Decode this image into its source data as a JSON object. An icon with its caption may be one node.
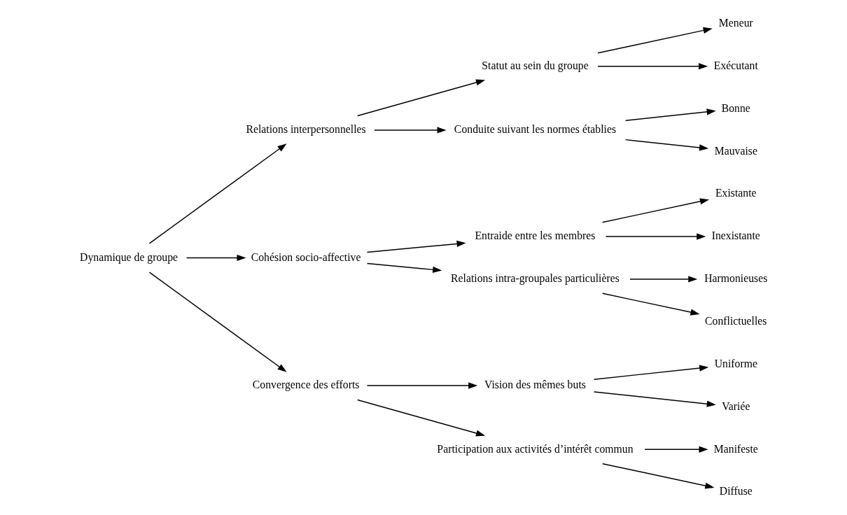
{
  "diagram": {
    "nodes": [
      {
        "text": [
          "Dynamique de groupe"
        ]
      },
      {
        "text": [
          "Relations interpersonnelles"
        ]
      },
      {
        "text": [
          "Statut au sein du groupe"
        ]
      },
      {
        "text": [
          "Meneur"
        ]
      },
      {
        "text": [
          "Exécutant"
        ]
      },
      {
        "text": [
          "Conduite suivant les normes établies"
        ]
      },
      {
        "text": [
          "Bonne"
        ]
      },
      {
        "text": [
          "Mauvaise"
        ]
      },
      {
        "text": [
          "Cohésion socio-affective"
        ]
      },
      {
        "text": [
          "Entraide entre les membres"
        ]
      },
      {
        "text": [
          "Existante"
        ]
      },
      {
        "text": [
          "Inexistante"
        ]
      },
      {
        "text": [
          "Relations intra-groupales particulières"
        ]
      },
      {
        "text": [
          "Harmonieuses"
        ]
      },
      {
        "text": [
          "Conflictuelles"
        ]
      },
      {
        "text": [
          "Convergence des efforts"
        ]
      },
      {
        "text": [
          "Vision des mêmes buts"
        ]
      },
      {
        "text": [
          "Uniforme"
        ]
      },
      {
        "text": [
          "Variée"
        ]
      },
      {
        "text": [
          "Participation aux activités d’intérêt commun"
        ]
      },
      {
        "text": [
          "Manifeste"
        ]
      },
      {
        "text": [
          "Diffuse"
        ]
      }
    ],
    "edges": [
      {
        "from": 0,
        "to": 1,
        "arrow": "to"
      },
      {
        "from": 0,
        "to": 8,
        "arrow": "to"
      },
      {
        "from": 0,
        "to": 15,
        "arrow": "to"
      },
      {
        "from": 1,
        "to": 2,
        "arrow": "to"
      },
      {
        "from": 1,
        "to": 5,
        "arrow": "to"
      },
      {
        "from": 2,
        "to": 3,
        "arrow": "to"
      },
      {
        "from": 2,
        "to": 4,
        "arrow": "to"
      },
      {
        "from": 5,
        "to": 6,
        "arrow": "to"
      },
      {
        "from": 5,
        "to": 7,
        "arrow": "to"
      },
      {
        "from": 8,
        "to": 9,
        "arrow": "to"
      },
      {
        "from": 8,
        "to": 12,
        "arrow": "to"
      },
      {
        "from": 9,
        "to": 10,
        "arrow": "to"
      },
      {
        "from": 9,
        "to": 11,
        "arrow": "to"
      },
      {
        "from": 12,
        "to": 13,
        "arrow": "to"
      },
      {
        "from": 12,
        "to": 14,
        "arrow": "to"
      },
      {
        "from": 15,
        "to": 16,
        "arrow": "to"
      },
      {
        "from": 15,
        "to": 19,
        "arrow": "to"
      },
      {
        "from": 16,
        "to": 17,
        "arrow": "to"
      },
      {
        "from": 16,
        "to": 18,
        "arrow": "to"
      },
      {
        "from": 19,
        "to": 20,
        "arrow": "to"
      },
      {
        "from": 19,
        "to": 21,
        "arrow": "to"
      }
    ]
  }
}
